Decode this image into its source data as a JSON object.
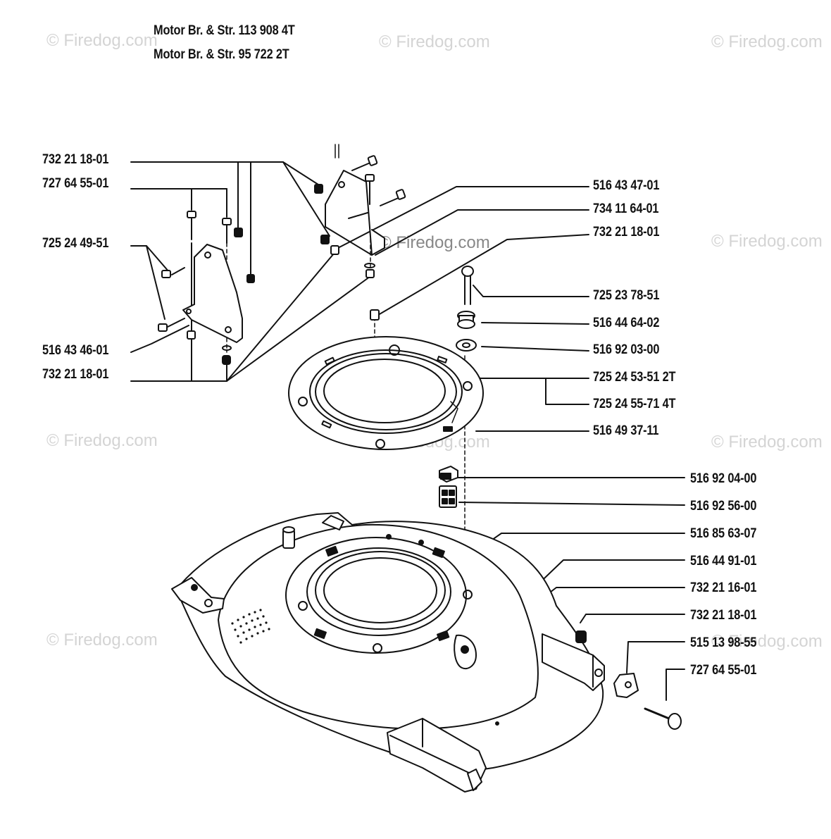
{
  "titles": [
    "Motor Br. & Str. 113 908 4T",
    "Motor Br. & Str. 95 722 2T"
  ],
  "watermark": "© Firedog.com",
  "left_labels": [
    "732 21 18-01",
    "727 64 55-01",
    "725 24 49-51",
    "516 43 46-01",
    "732 21 18-01"
  ],
  "right_labels": [
    "516 43 47-01",
    "734 11 64-01",
    "732 21 18-01",
    "725 23 78-51",
    "516 44 64-02",
    "516 92 03-00",
    "725 24 53-51  2T",
    "725 24 55-71  4T",
    "516 49 37-11",
    "516 92 04-00",
    "516 92 56-00",
    "516 85 63-07",
    "516 44 91-01",
    "732 21 16-01",
    "732 21 18-01",
    "515 13 98-55",
    "727 64 55-01"
  ]
}
